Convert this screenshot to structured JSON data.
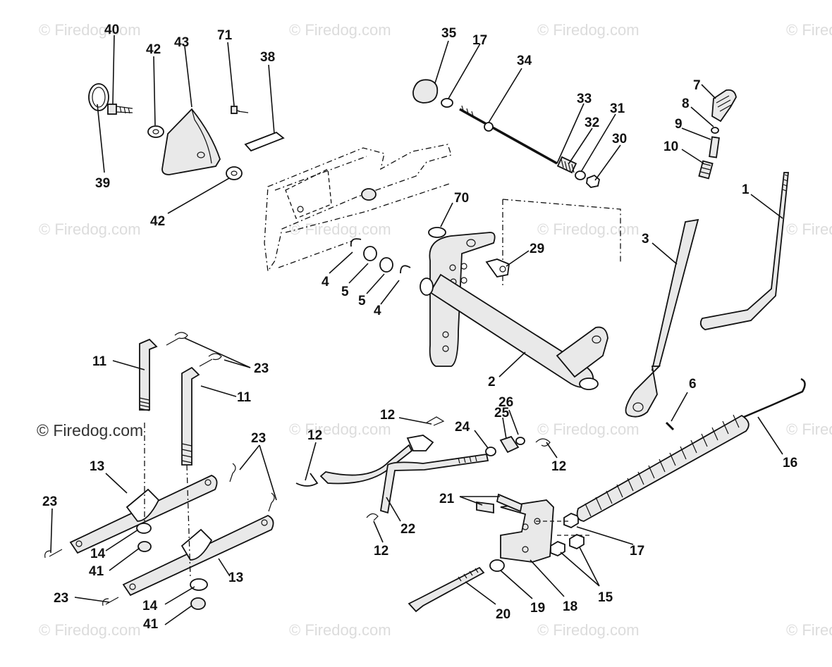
{
  "watermark": "© Firedog.com",
  "callouts": {
    "c40": "40",
    "c42a": "42",
    "c43": "43",
    "c71": "71",
    "c38": "38",
    "c39": "39",
    "c42b": "42",
    "c35": "35",
    "c17a": "17",
    "c34": "34",
    "c33": "33",
    "c32": "32",
    "c31": "31",
    "c30": "30",
    "c7": "7",
    "c8": "8",
    "c9": "9",
    "c10": "10",
    "c1": "1",
    "c3": "3",
    "c70": "70",
    "c29": "29",
    "c4a": "4",
    "c5a": "5",
    "c5b": "5",
    "c4b": "4",
    "c2": "2",
    "c6": "6",
    "c11a": "11",
    "c23a": "23",
    "c11b": "11",
    "c13a": "13",
    "c23b": "23",
    "c23c": "23",
    "c14a": "14",
    "c41a": "41",
    "c13b": "13",
    "c23d": "23",
    "c14b": "14",
    "c41b": "41",
    "c12a": "12",
    "c12b": "12",
    "c24": "24",
    "c25": "25",
    "c26": "26",
    "c12c": "12",
    "c16": "16",
    "c21": "21",
    "c22": "22",
    "c12d": "12",
    "c17b": "17",
    "c15": "15",
    "c20": "20",
    "c19": "19",
    "c18": "18"
  }
}
